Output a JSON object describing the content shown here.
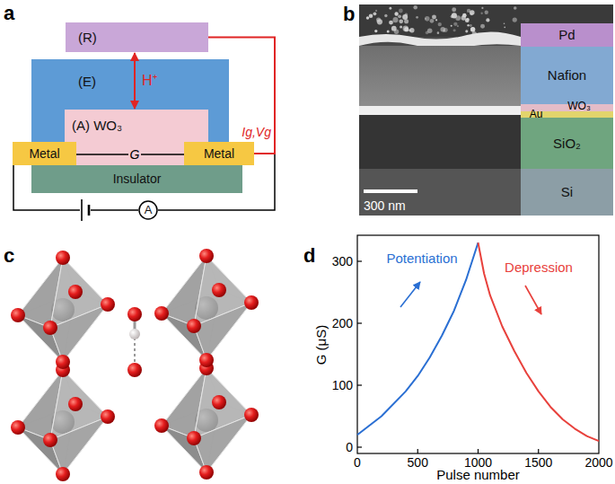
{
  "diagram": {
    "nodes": [
      {
        "text": [
          "(R)"
        ]
      },
      {
        "text": [
          "(E)"
        ]
      },
      {
        "text": [
          "(A) WO₃"
        ]
      },
      {
        "text": [
          "Metal"
        ]
      },
      {
        "text": [
          "Metal"
        ]
      },
      {
        "text": [
          "Insulator"
        ]
      },
      {
        "text": [
          "A"
        ]
      },
      {
        "text": [
          "Pd"
        ]
      },
      {
        "text": [
          "Nafion"
        ]
      },
      {
        "text": [
          "SiO₂"
        ]
      },
      {
        "text": [
          "Si"
        ]
      }
    ],
    "edges": [
      {
        "from": 0,
        "to": 2,
        "arrow": "both",
        "label": "H⁺"
      },
      {
        "from": 3,
        "to": 6,
        "arrow": "none"
      },
      {
        "from": 6,
        "to": 4,
        "arrow": "none"
      },
      {
        "from": 0,
        "to": 4,
        "arrow": "none",
        "label": "Ig,Vg"
      }
    ],
    "labels": [
      "a",
      "G",
      "b",
      "Au",
      "WO₃",
      "300 nm",
      "c",
      "d",
      "0",
      "100",
      "200",
      "300",
      "0",
      "500",
      "1000",
      "1500",
      "2000",
      "G (μS)",
      "Pulse number",
      "Potentiation",
      "Depression"
    ]
  }
}
